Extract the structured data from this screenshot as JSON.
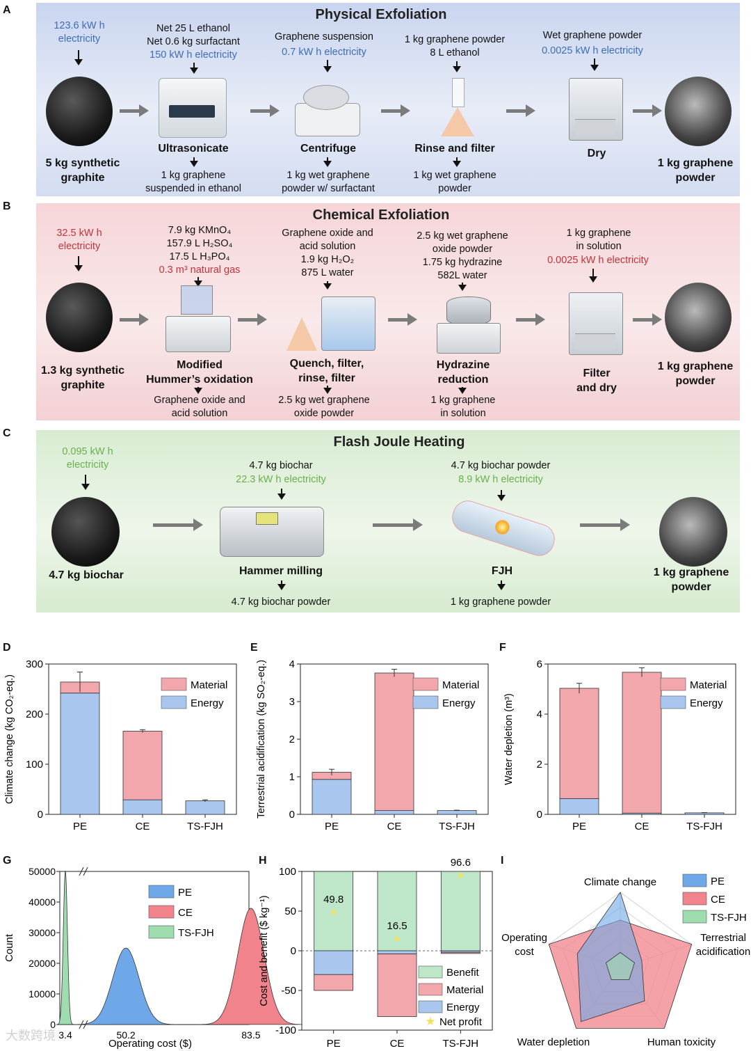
{
  "panelA": {
    "letter": "A",
    "title": "Physical Exfoliation",
    "input_energy": "123.6 kW h\nelectricity",
    "start_label": "5 kg synthetic\ngraphite",
    "step1_inputs_black": "Net 25 L ethanol\nNet 0.6 kg surfactant",
    "step1_inputs_energy": "150 kW h electricity",
    "step1_name": "Ultrasonicate",
    "step1_output": "1 kg graphene\nsuspended  in ethanol",
    "step2_inputs_black": "Graphene  suspension",
    "step2_inputs_energy": "0.7 kW h electricity",
    "step2_name": "Centrifuge",
    "step2_output": "1 kg wet graphene\npowder w/ surfactant",
    "step3_inputs_black": "1 kg graphene powder\n8 L ethanol",
    "step3_name": "Rinse and filter",
    "step3_output": "1 kg wet graphene\npowder",
    "step4_inputs_black": "Wet graphene powder",
    "step4_inputs_energy": "0.0025 kW h electricity",
    "step4_name": "Dry",
    "end_label": "1 kg graphene\npowder"
  },
  "panelB": {
    "letter": "B",
    "title": "Chemical Exfoliation",
    "input_energy": "32.5 kW h\nelectricity",
    "start_label": "1.3 kg synthetic\ngraphite",
    "step1_inputs_black": "7.9 kg KMnO₄\n157.9 L H₂SO₄\n17.5 L H₃PO₄",
    "step1_inputs_energy": "0.3 m³ natural gas",
    "step1_name": "Modified\nHummer’s oxidation",
    "step1_output": "Graphene oxide and\nacid solution",
    "step2_inputs_black": "Graphene oxide and\nacid solution\n1.9 kg H₂O₂\n875 L water",
    "step2_name": "Quench, filter,\nrinse,  filter",
    "step2_output": "2.5 kg wet graphene\noxide powder",
    "step3_inputs_black": "2.5 kg wet graphene\noxide powder\n1.75 kg hydrazine\n582L water",
    "step3_name": "Hydrazine\nreduction",
    "step3_output": "1 kg graphene\nin solution",
    "step4_inputs_black": "1 kg graphene\nin solution",
    "step4_inputs_energy": "0.0025 kW h electricity",
    "step4_name": "Filter\nand dry",
    "end_label": "1 kg graphene\npowder"
  },
  "panelC": {
    "letter": "C",
    "title": "Flash Joule Heating",
    "input_energy": "0.095 kW h\nelectricity",
    "start_label": "4.7 kg biochar",
    "step1_inputs_black": "4.7 kg biochar",
    "step1_inputs_energy": "22.3 kW h electricity",
    "step1_name": "Hammer milling",
    "step1_output": "4.7 kg biochar powder",
    "step2_inputs_black": "4.7 kg biochar powder",
    "step2_inputs_energy": "8.9 kW h electricity",
    "step2_name": "FJH",
    "step2_output": "1 kg graphene powder",
    "end_label": "1 kg graphene\npowder"
  },
  "colors": {
    "energy": "#a9c6ee",
    "material": "#f2a7ac",
    "benefit": "#bde7c8",
    "pe": "#6fa8e8",
    "ce": "#f0838b",
    "fjh": "#9fdcb0",
    "star": "#f5e05a"
  },
  "chart_data": [
    {
      "id": "D",
      "type": "bar",
      "ylabel": "Climate change (kg CO₂-eq.)",
      "categories": [
        "PE",
        "CE",
        "TS-FJH"
      ],
      "ylim": [
        0,
        300
      ],
      "yticks": [
        0,
        100,
        200,
        300
      ],
      "series": [
        {
          "name": "Energy",
          "values": [
            242,
            29,
            27
          ]
        },
        {
          "name": "Material",
          "values": [
            22,
            137,
            0
          ]
        }
      ],
      "error": [
        20,
        3,
        2
      ],
      "legend": "top-right"
    },
    {
      "id": "E",
      "type": "bar",
      "ylabel": "Terrestrial acidification (kg SO₂-eq.)",
      "categories": [
        "PE",
        "CE",
        "TS-FJH"
      ],
      "ylim": [
        0,
        4
      ],
      "yticks": [
        0,
        1,
        2,
        3,
        4
      ],
      "series": [
        {
          "name": "Energy",
          "values": [
            0.93,
            0.1,
            0.1
          ]
        },
        {
          "name": "Material",
          "values": [
            0.19,
            3.66,
            0
          ]
        }
      ],
      "error": [
        0.08,
        0.1,
        0.01
      ],
      "legend": "top-right"
    },
    {
      "id": "F",
      "type": "bar",
      "ylabel": "Water depletion (m³)",
      "categories": [
        "PE",
        "CE",
        "TS-FJH"
      ],
      "ylim": [
        0,
        6
      ],
      "yticks": [
        0,
        2,
        4,
        6
      ],
      "series": [
        {
          "name": "Energy",
          "values": [
            0.63,
            0.05,
            0.06
          ]
        },
        {
          "name": "Material",
          "values": [
            4.4,
            5.62,
            0
          ]
        }
      ],
      "error": [
        0.2,
        0.18,
        0.01
      ],
      "legend": "top-right"
    },
    {
      "id": "G",
      "type": "area",
      "xlabel": "Operating cost ($)",
      "ylabel": "Count",
      "ylim": [
        0,
        50000
      ],
      "yticks": [
        0,
        10000,
        20000,
        30000,
        40000,
        50000
      ],
      "xticks": [
        "3.4",
        "50.2",
        "83.5"
      ],
      "series": [
        {
          "name": "PE",
          "center": 50.2,
          "peak": 25000
        },
        {
          "name": "CE",
          "center": 83.5,
          "peak": 38000
        },
        {
          "name": "TS-FJH",
          "center": 3.4,
          "peak": 50000
        }
      ],
      "legend": "top-right"
    },
    {
      "id": "H",
      "type": "bar",
      "ylabel": "Cost and benefit ($ kg⁻¹)",
      "categories": [
        "PE",
        "CE",
        "TS-FJH"
      ],
      "ylim": [
        -100,
        100
      ],
      "yticks": [
        -100,
        -50,
        0,
        50,
        100
      ],
      "series": [
        {
          "name": "Benefit",
          "values": [
            100,
            100,
            100
          ]
        },
        {
          "name": "Material",
          "values": [
            -20,
            -79,
            -1.5
          ]
        },
        {
          "name": "Energy",
          "values": [
            -30,
            -4,
            -1.9
          ]
        },
        {
          "name": "Net profit",
          "values": [
            49.8,
            16.5,
            96.6
          ]
        }
      ],
      "legend": "bottom-right"
    },
    {
      "id": "I",
      "type": "radar",
      "axes": [
        "Climate change",
        "Terrestrial\nacidification",
        "Human toxicity",
        "Water depletion",
        "Operating\ncost"
      ],
      "series": [
        {
          "name": "PE",
          "values": [
            1.0,
            0.3,
            0.55,
            0.89,
            0.6
          ]
        },
        {
          "name": "CE",
          "values": [
            0.63,
            1.0,
            1.0,
            1.0,
            1.0
          ]
        },
        {
          "name": "TS-FJH",
          "values": [
            0.2,
            0.2,
            0.2,
            0.2,
            0.2
          ]
        }
      ],
      "legend": "top-right"
    }
  ],
  "watermark": "大数跨境"
}
